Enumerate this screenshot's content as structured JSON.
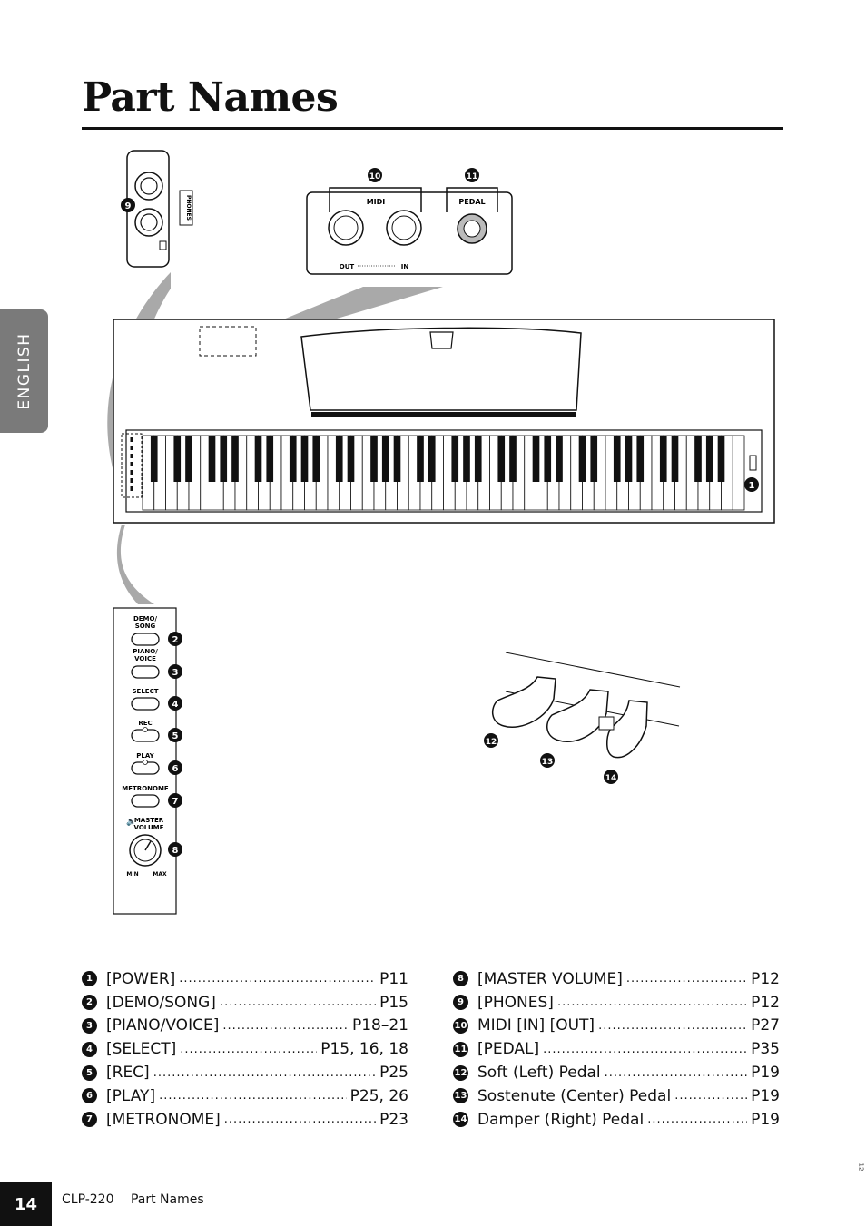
{
  "page": {
    "title": "Part Names",
    "side_tab": "ENGLISH",
    "page_number": "14",
    "footer_model": "CLP-220",
    "footer_section": "Part Names",
    "corner_mark": "12"
  },
  "figure": {
    "phones_label": "PHONES",
    "midi_label": "MIDI",
    "pedal_label": "PEDAL",
    "out_label": "OUT",
    "in_label": "IN",
    "panel_buttons": [
      {
        "label_1": "DEMO/",
        "label_2": "SONG",
        "callout": "2"
      },
      {
        "label_1": "PIANO/",
        "label_2": "VOICE",
        "callout": "3"
      },
      {
        "label_1": "SELECT",
        "label_2": "",
        "callout": "4"
      },
      {
        "label_1": "REC",
        "label_2": "",
        "callout": "5"
      },
      {
        "label_1": "PLAY",
        "label_2": "",
        "callout": "6"
      },
      {
        "label_1": "METRONOME",
        "label_2": "",
        "callout": "7"
      }
    ],
    "master_volume_1": "MASTER",
    "master_volume_2": "VOLUME",
    "min_label": "MIN",
    "max_label": "MAX",
    "callouts": {
      "power": "1",
      "volume": "8",
      "phones": "9",
      "midi": "10",
      "pedal": "11",
      "soft": "12",
      "sostenuto": "13",
      "damper": "14"
    }
  },
  "legend_left": [
    {
      "num": "1",
      "label": "[POWER]",
      "page": "P11"
    },
    {
      "num": "2",
      "label": "[DEMO/SONG]",
      "page": "P15"
    },
    {
      "num": "3",
      "label": "[PIANO/VOICE]",
      "page": "P18–21"
    },
    {
      "num": "4",
      "label": "[SELECT]",
      "page": "P15, 16, 18"
    },
    {
      "num": "5",
      "label": "[REC]",
      "page": "P25"
    },
    {
      "num": "6",
      "label": "[PLAY]",
      "page": "P25, 26"
    },
    {
      "num": "7",
      "label": "[METRONOME]",
      "page": "P23"
    }
  ],
  "legend_right": [
    {
      "num": "8",
      "label": "[MASTER VOLUME]",
      "page": "P12"
    },
    {
      "num": "9",
      "label": "[PHONES]",
      "page": "P12"
    },
    {
      "num": "10",
      "label": "MIDI [IN] [OUT]",
      "page": "P27"
    },
    {
      "num": "11",
      "label": "[PEDAL]",
      "page": "P35"
    },
    {
      "num": "12",
      "label": "Soft (Left) Pedal",
      "page": "P19"
    },
    {
      "num": "13",
      "label": "Sostenute (Center) Pedal",
      "page": "P19"
    },
    {
      "num": "14",
      "label": "Damper (Right) Pedal",
      "page": "P19"
    }
  ]
}
